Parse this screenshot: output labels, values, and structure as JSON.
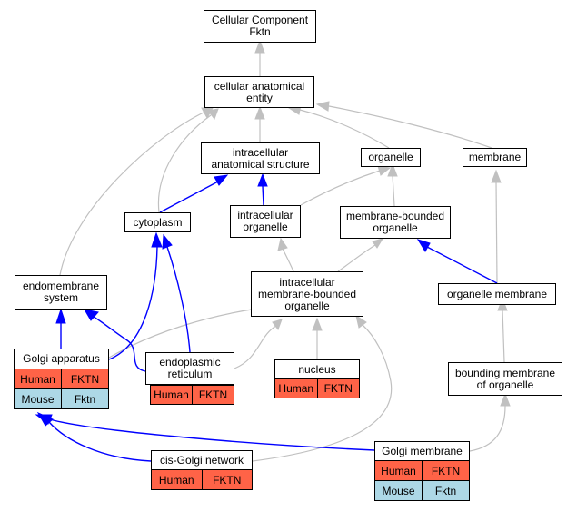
{
  "nodes": {
    "root": {
      "line1": "Cellular Component",
      "line2": "Fktn"
    },
    "cae": {
      "line1": "cellular anatomical",
      "line2": "entity"
    },
    "ias": {
      "line1": "intracellular",
      "line2": "anatomical structure"
    },
    "organelle": {
      "line1": "organelle"
    },
    "membrane": {
      "line1": "membrane"
    },
    "cytoplasm": {
      "line1": "cytoplasm"
    },
    "io": {
      "line1": "intracellular",
      "line2": "organelle"
    },
    "mbo": {
      "line1": "membrane-bounded",
      "line2": "organelle"
    },
    "endomem": {
      "line1": "endomembrane",
      "line2": "system"
    },
    "imbo": {
      "line1": "intracellular",
      "line2": "membrane-bounded",
      "line3": "organelle"
    },
    "orgmem": {
      "line1": "organelle membrane"
    },
    "golgi": {
      "line1": "Golgi apparatus"
    },
    "er": {
      "line1": "endoplasmic",
      "line2": "reticulum"
    },
    "nucleus": {
      "line1": "nucleus"
    },
    "bmo": {
      "line1": "bounding membrane",
      "line2": "of organelle"
    },
    "cis": {
      "line1": "cis-Golgi network"
    },
    "golgimem": {
      "line1": "Golgi membrane"
    }
  },
  "genes": {
    "human": {
      "species": "Human",
      "gene": "FKTN"
    },
    "mouse": {
      "species": "Mouse",
      "gene": "Fktn"
    }
  },
  "colors": {
    "is_a_edge": "#c0c0c0",
    "part_of_edge": "#0000ff",
    "human_fill": "#ff6347",
    "mouse_fill": "#add8e6"
  }
}
